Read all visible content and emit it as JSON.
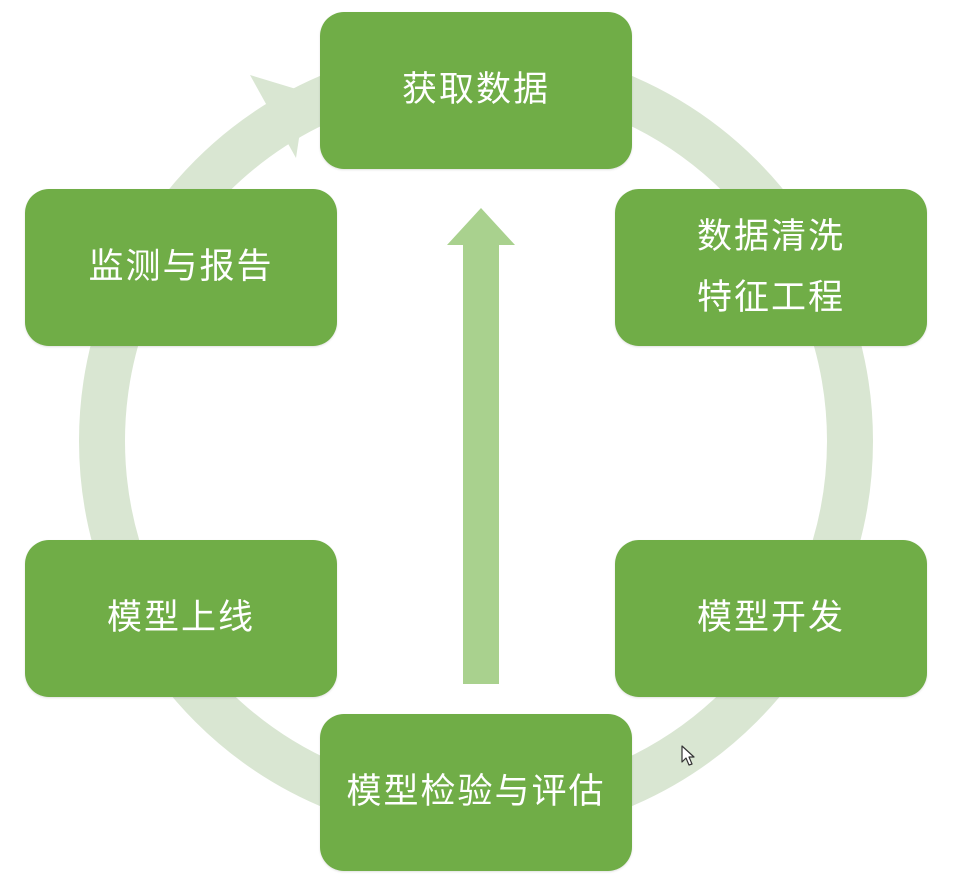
{
  "colors": {
    "box_fill": "#70ad47",
    "box_text": "#ffffff",
    "ring": "#d9e6d2",
    "center_arrow": "#a9d18e"
  },
  "steps": [
    {
      "lines": [
        "获取数据"
      ]
    },
    {
      "lines": [
        "数据清洗",
        "特征工程"
      ]
    },
    {
      "lines": [
        "模型开发"
      ]
    },
    {
      "lines": [
        "模型检验与评估"
      ]
    },
    {
      "lines": [
        "模型上线"
      ]
    },
    {
      "lines": [
        "监测与报告"
      ]
    }
  ],
  "icons": {
    "cursor": "mouse-pointer-icon",
    "cycle_arrow": "cycle-arrowhead-icon",
    "center_arrow": "up-arrow-icon"
  }
}
